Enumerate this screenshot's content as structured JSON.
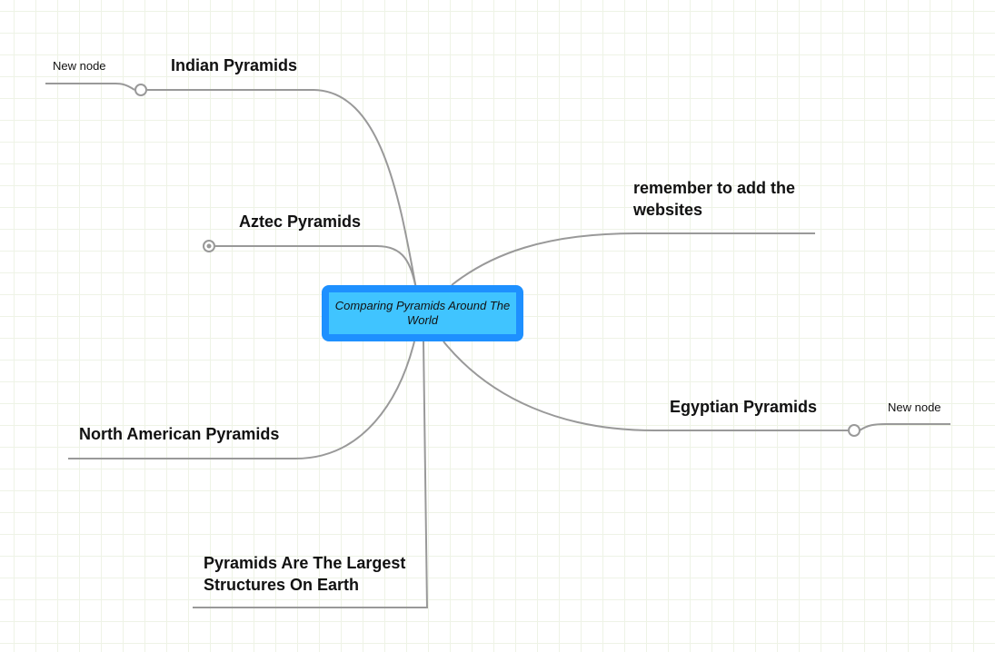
{
  "central_topic": {
    "line1": "Comparing Pyramids Around The",
    "line2": "World",
    "border_color": "#1e90ff",
    "fill_color": "#40c4ff"
  },
  "topics": {
    "indian": {
      "label": "Indian Pyramids",
      "child": "New node"
    },
    "aztec": {
      "label": "Aztec Pyramids",
      "collapsed": true
    },
    "north_american": {
      "label": "North American Pyramids"
    },
    "largest": {
      "line1": "Pyramids Are The Largest",
      "line2": "Structures On Earth"
    },
    "remember": {
      "line1": "remember to add the",
      "line2": "websites"
    },
    "egyptian": {
      "label": "Egyptian Pyramids",
      "child": "New node"
    }
  },
  "colors": {
    "connector": "#999999",
    "grid": "#eef3e6"
  }
}
